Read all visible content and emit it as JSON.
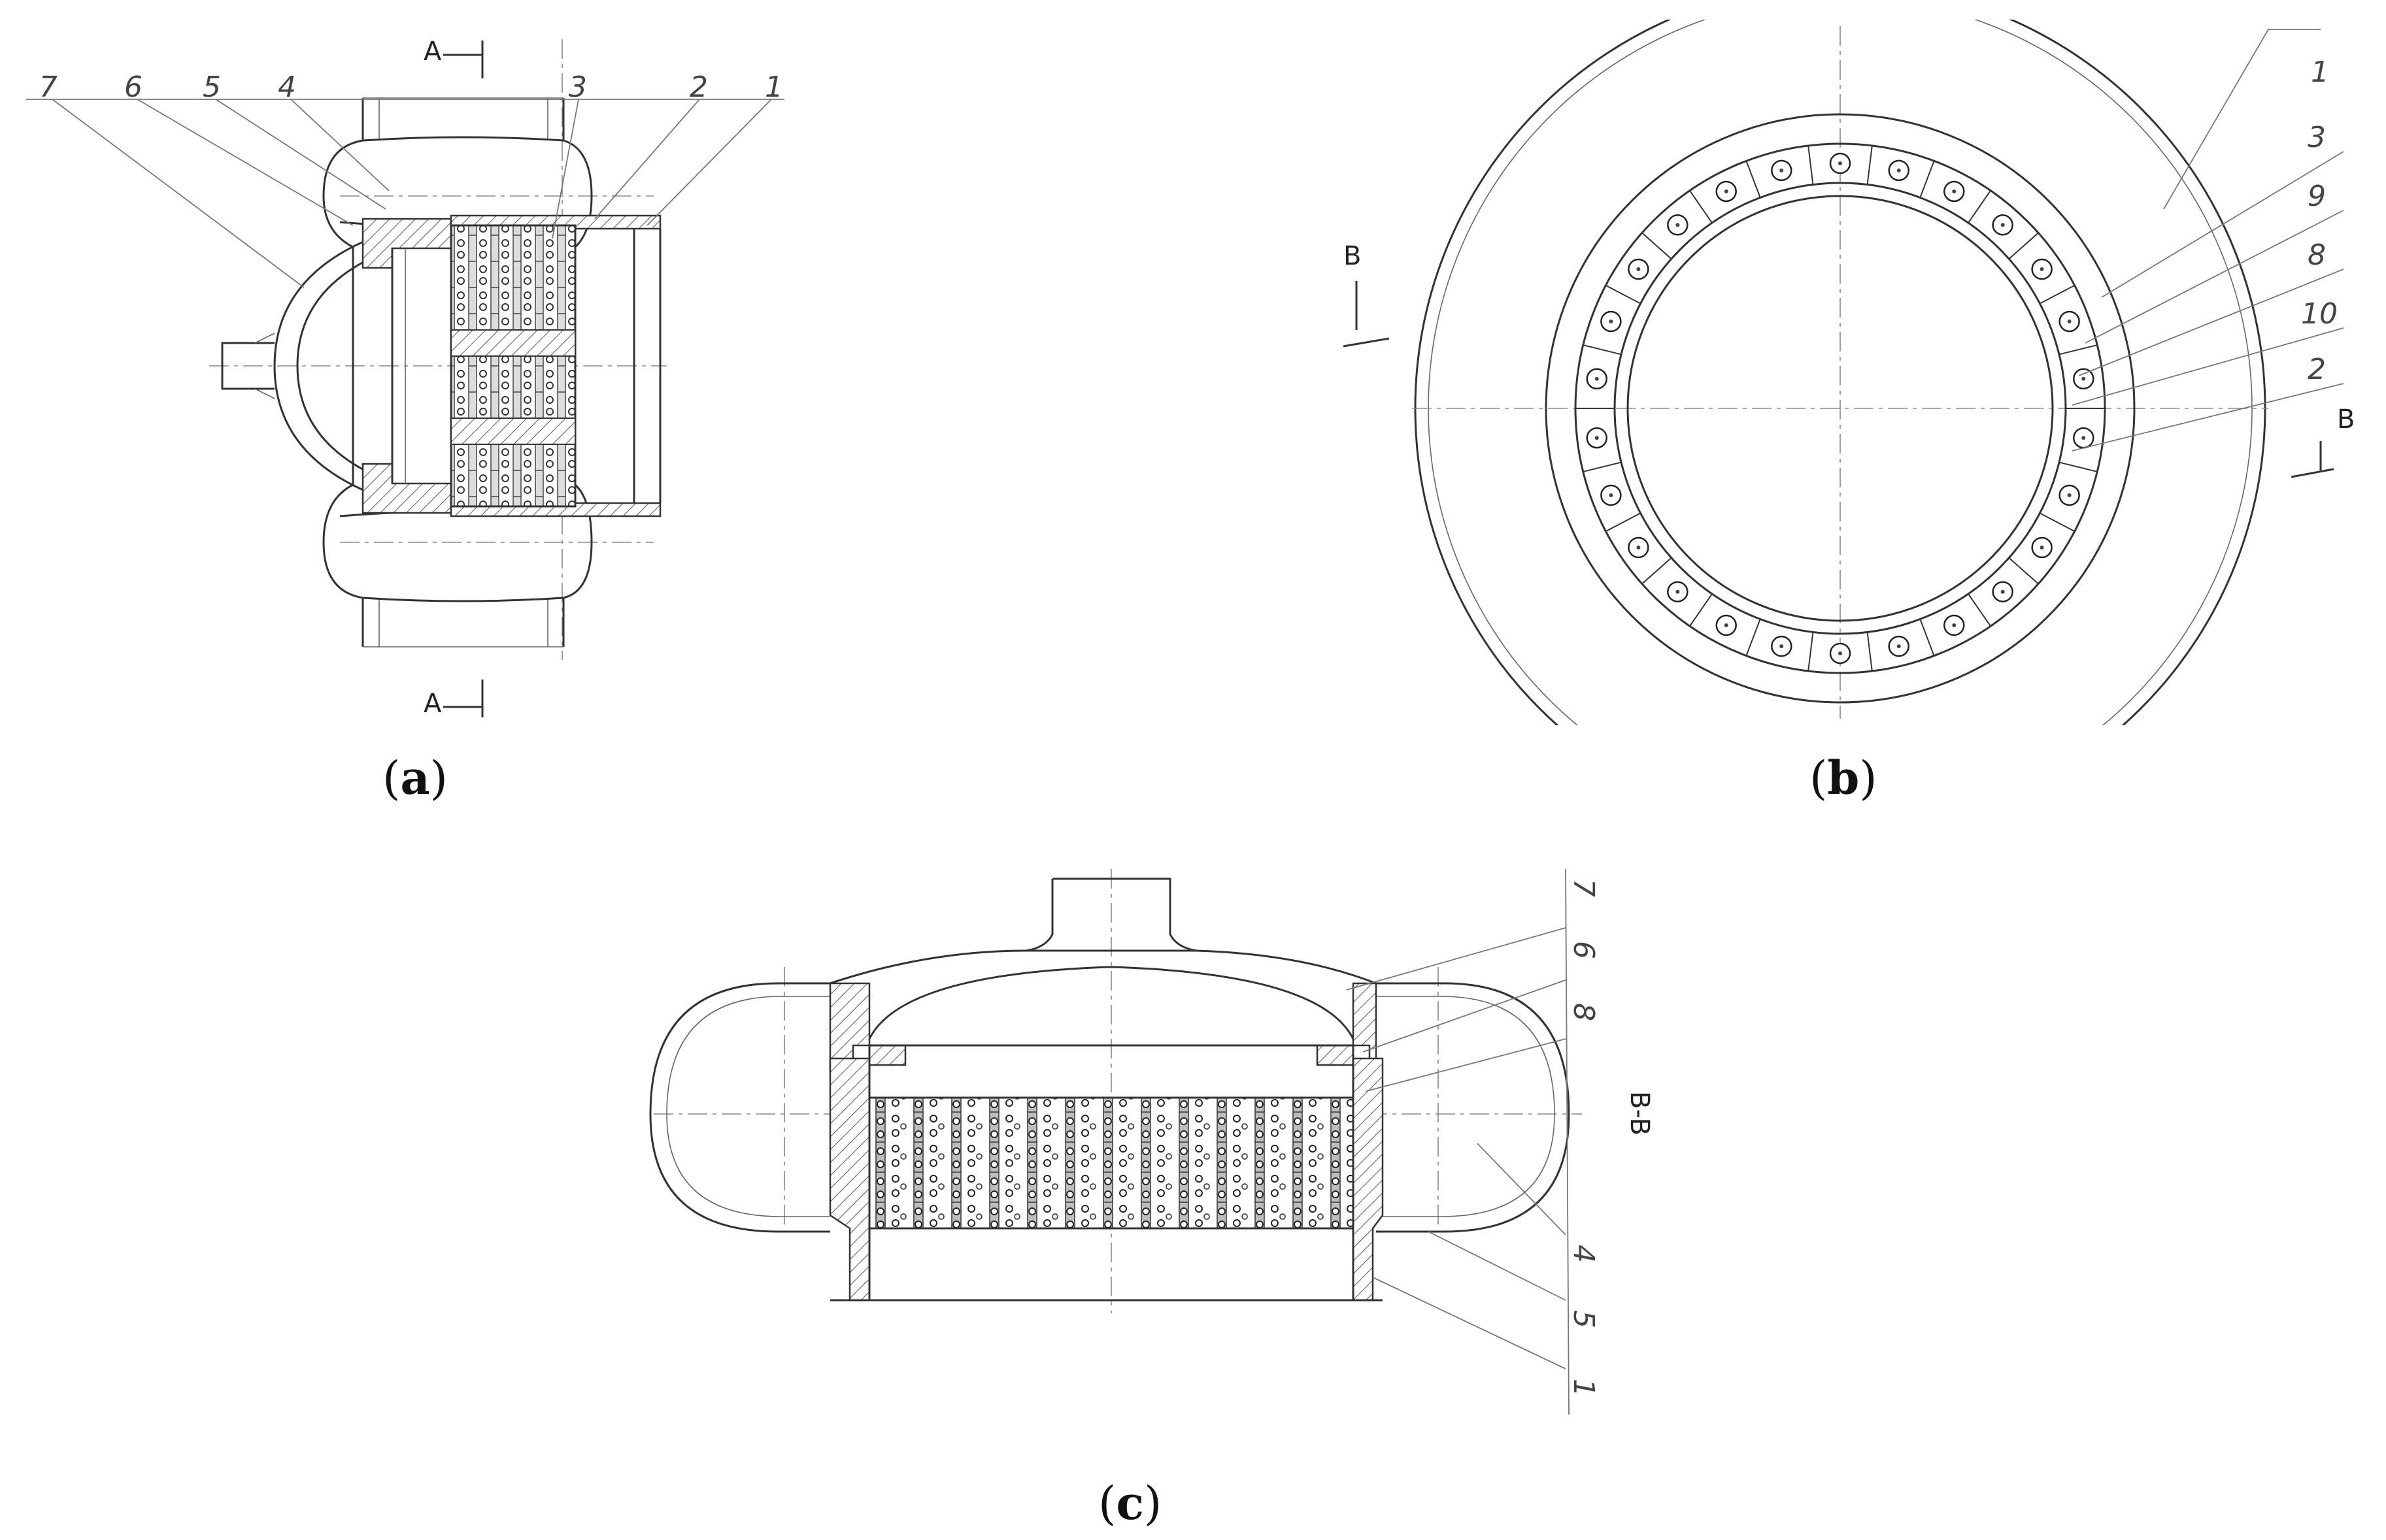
{
  "figure": {
    "panels": [
      {
        "id": "a",
        "caption_open": "(",
        "caption_letter": "a",
        "caption_close": ")",
        "section_mark": "A",
        "part_numbers": [
          "7",
          "6",
          "5",
          "4",
          "3",
          "2",
          "1"
        ]
      },
      {
        "id": "b",
        "caption_open": "(",
        "caption_letter": "b",
        "caption_close": ")",
        "section_mark": "B",
        "part_numbers": [
          "1",
          "3",
          "9",
          "8",
          "10",
          "2"
        ],
        "roller_count": 26
      },
      {
        "id": "c",
        "caption_open": "(",
        "caption_letter": "c",
        "caption_close": ")",
        "section_label": "B-B",
        "part_numbers": [
          "7",
          "6",
          "8",
          "4",
          "5",
          "1"
        ]
      }
    ]
  },
  "colors": {
    "line": "#333333",
    "hatch": "#555555",
    "background": "#ffffff"
  }
}
